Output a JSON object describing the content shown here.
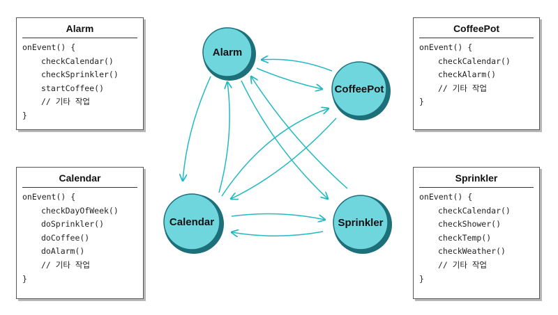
{
  "cards": {
    "alarm": {
      "title": "Alarm",
      "open": "onEvent() {",
      "lines": [
        "checkCalendar()",
        "checkSprinkler()",
        "startCoffee()",
        "// 기타 작업"
      ],
      "close": "}"
    },
    "coffeepot": {
      "title": "CoffeePot",
      "open": "onEvent() {",
      "lines": [
        "checkCalendar()",
        "checkAlarm()",
        "// 기타 작업"
      ],
      "close": "}"
    },
    "calendar": {
      "title": "Calendar",
      "open": "onEvent() {",
      "lines": [
        "checkDayOfWeek()",
        "doSprinkler()",
        "doCoffee()",
        "doAlarm()",
        "// 기타 작업"
      ],
      "close": "}"
    },
    "sprinkler": {
      "title": "Sprinkler",
      "open": "onEvent() {",
      "lines": [
        "checkCalendar()",
        "checkShower()",
        "checkTemp()",
        "checkWeather()",
        "// 기타 작업"
      ],
      "close": "}"
    }
  },
  "nodes": {
    "alarm": "Alarm",
    "coffeepot": "CoffeePot",
    "calendar": "Calendar",
    "sprinkler": "Sprinkler"
  },
  "colors": {
    "node_fill": "#6fd6de",
    "node_shadow": "#1d6f7a",
    "arrow": "#22b9c3"
  }
}
